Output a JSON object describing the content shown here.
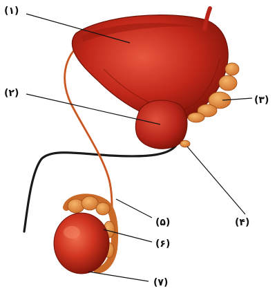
{
  "labels": [
    {
      "id": "1",
      "text": "(۱)"
    },
    {
      "id": "2",
      "text": "(۲)"
    },
    {
      "id": "3",
      "text": "(۳)"
    },
    {
      "id": "4",
      "text": "(۴)"
    },
    {
      "id": "5",
      "text": "(۵)"
    },
    {
      "id": "6",
      "text": "(۶)"
    },
    {
      "id": "7",
      "text": "(۷)"
    }
  ],
  "colors": {
    "organ_red": "#c1271a",
    "organ_dark": "#7a1208",
    "organ_light": "#e8573f",
    "gland_orange": "#e38a3a",
    "gland_light": "#f4b66a",
    "urethra": "#1a1a1a"
  }
}
